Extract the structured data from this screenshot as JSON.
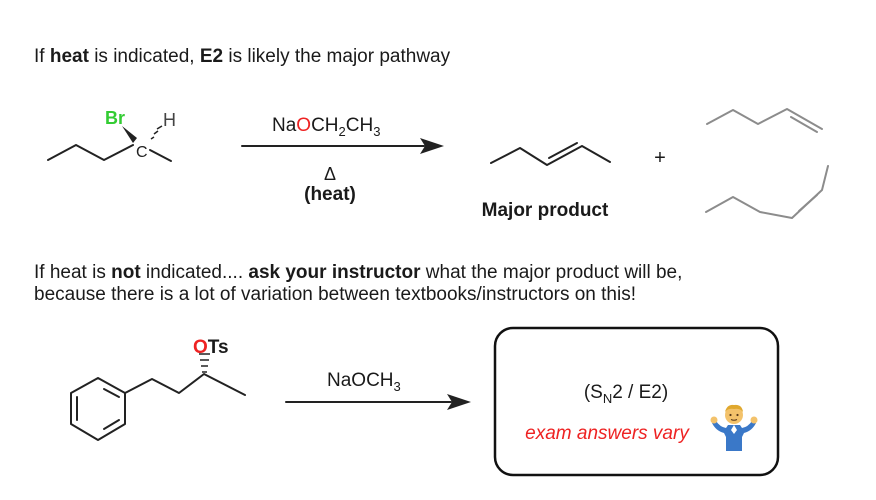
{
  "heading1": {
    "pre": "If ",
    "heat": "heat",
    "mid": " is indicated, ",
    "e2": "E2",
    "post": " is likely the major pathway"
  },
  "reaction1": {
    "substrate": {
      "br": "Br",
      "h": "H",
      "c": "C"
    },
    "reagent": {
      "na": "Na",
      "o": "O",
      "ch": "CH",
      "sub2": "2",
      "ch3": "CH",
      "sub3": "3"
    },
    "delta": "Δ",
    "heat": "(heat)",
    "plus": "+",
    "major_label": "Major product"
  },
  "heading2": {
    "l1_pre": "If heat is ",
    "l1_not": "not",
    "l1_mid": " indicated.... ",
    "l1_ask": "ask your instructor",
    "l1_post": " what the major product will be,",
    "line2": "because there is a lot of variation between textbooks/instructors on this!"
  },
  "reaction2": {
    "substrate": {
      "o": "O",
      "ts": "Ts"
    },
    "reagent": {
      "na": "NaOCH",
      "sub3": "3"
    },
    "box": {
      "open": "(S",
      "sub_n": "N",
      "rest": "2 / E2)",
      "note": "exam answers vary"
    }
  },
  "colors": {
    "bromine": "#33cc33",
    "oxygen": "#ee2222",
    "note": "#ee2222",
    "bond": "#222222",
    "alkene_minor": "#8c8c8c"
  },
  "icons": [
    "shrug-emoji-icon",
    "reaction-arrow-icon",
    "benzene-ring-icon"
  ]
}
